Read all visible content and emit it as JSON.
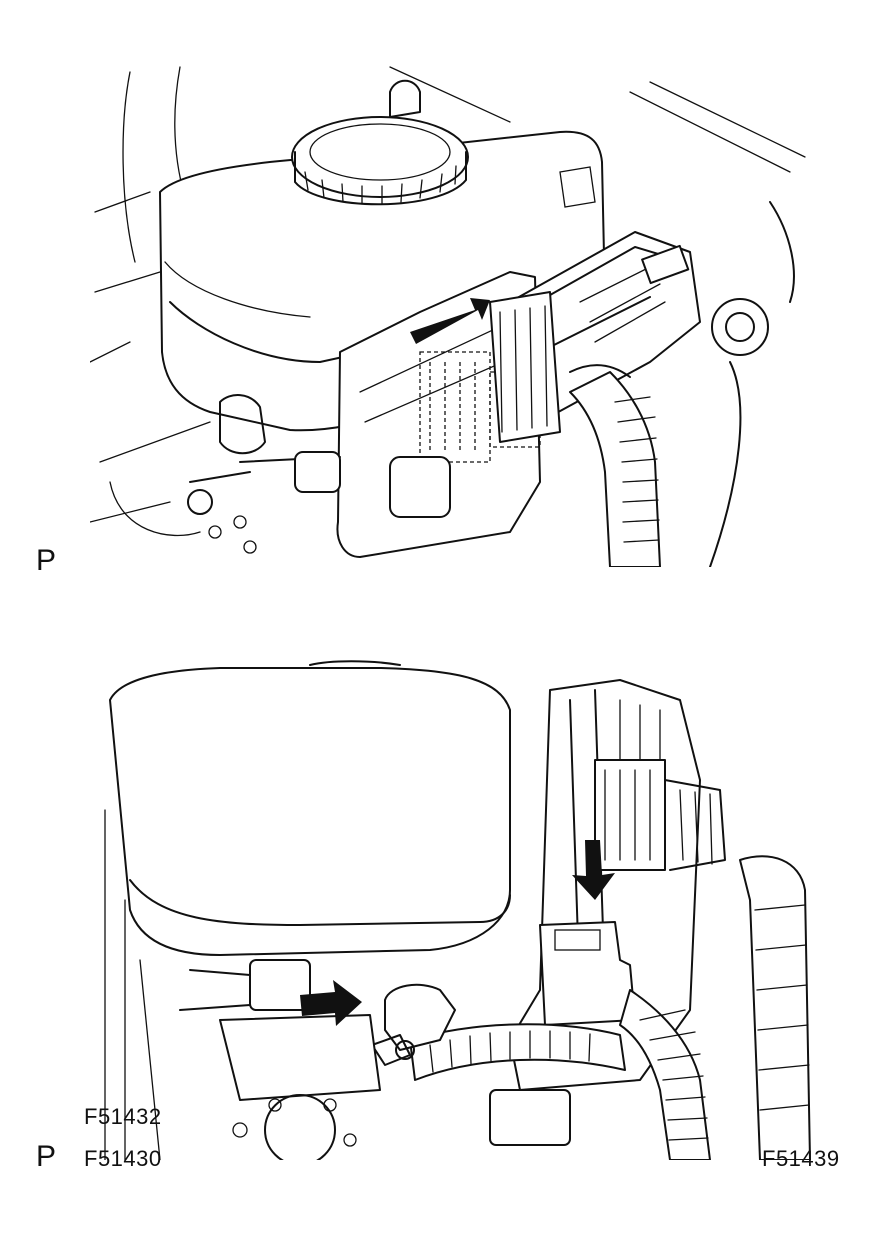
{
  "figure": {
    "top_panel": {
      "marker": "P"
    },
    "bottom_panel": {
      "marker": "P"
    },
    "codes": [
      "F51432",
      "F51430",
      "F51439"
    ]
  },
  "colors": {
    "ink": "#111111",
    "paper": "#ffffff"
  }
}
